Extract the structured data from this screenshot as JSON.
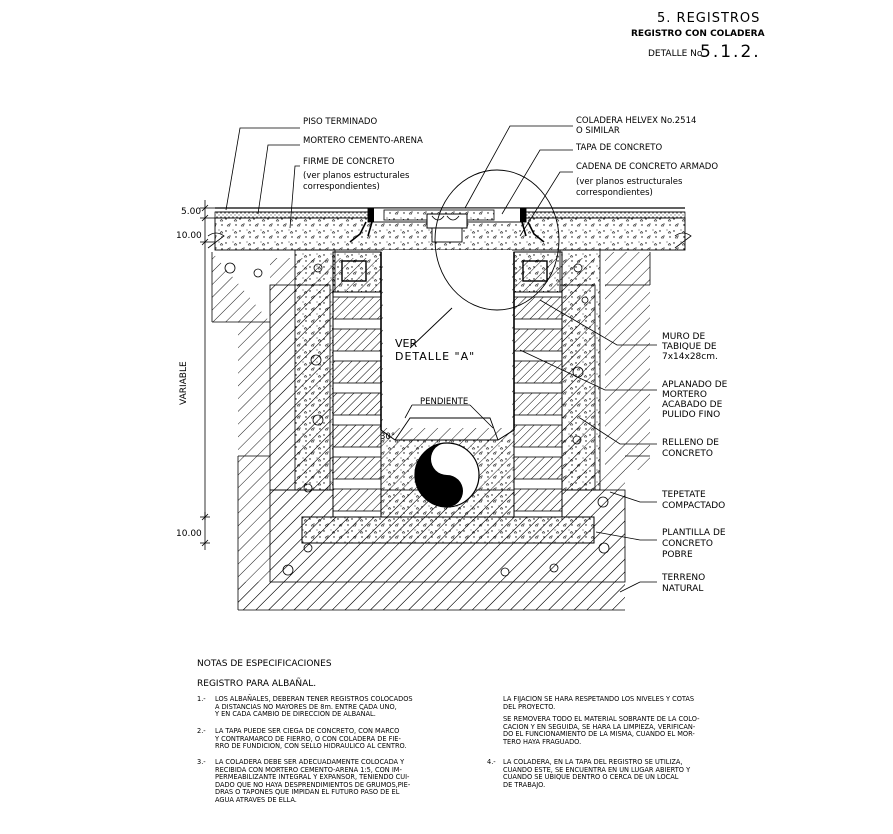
{
  "header": {
    "section": "5. REGISTROS",
    "title": "REGISTRO CON COLADERA",
    "detail_prefix": "DETALLE No",
    "detail_number": "5.1.2."
  },
  "labels_left": {
    "piso": "PISO TERMINADO",
    "mortero": "MORTERO CEMENTO-ARENA",
    "firme": "FIRME DE CONCRETO",
    "firme_note_1": "(ver planos estructurales",
    "firme_note_2": "correspondientes)"
  },
  "labels_right": {
    "coladera_1": "COLADERA HELVEX No.2514",
    "coladera_2": "O SIMILAR",
    "tapa": "TAPA DE CONCRETO",
    "cadena": "CADENA DE CONCRETO ARMADO",
    "cadena_note_1": "(ver planos estructurales",
    "cadena_note_2": "correspondientes)",
    "muro_1": "MURO DE",
    "muro_2": "TABIQUE DE",
    "muro_3": "7x14x28cm.",
    "aplanado_1": "APLANADO DE",
    "aplanado_2": "MORTERO",
    "aplanado_3": "ACABADO DE",
    "aplanado_4": "PULIDO FINO",
    "relleno_1": "RELLENO DE",
    "relleno_2": "CONCRETO",
    "tepetate_1": "TEPETATE",
    "tepetate_2": "COMPACTADO",
    "plantilla_1": "PLANTILLA DE",
    "plantilla_2": "CONCRETO",
    "plantilla_3": "POBRE",
    "terreno_1": "TERRENO",
    "terreno_2": "NATURAL"
  },
  "inner": {
    "ver_1": "VER",
    "ver_2": "DETALLE \"A\"",
    "pendiente": "PENDIENTE",
    "angle": "30°"
  },
  "dimensions": {
    "d1": "5.00",
    "d2": "10.00",
    "variable": "VARIABLE",
    "d3": "10.00"
  },
  "notes": {
    "heading": "NOTAS DE ESPECIFICACIONES",
    "subheading": "REGISTRO PARA ALBAÑAL.",
    "n1_num": "1.-",
    "n1": "LOS ALBAÑALES, DEBERAN TENER REGISTROS COLOCADOS\nA DISTANCIAS NO MAYORES DE 8m. ENTRE CADA UNO,\nY EN CADA CAMBIO DE DIRECCION DE ALBAÑAL.",
    "n2_num": "2.-",
    "n2": "LA TAPA PUEDE SER CIEGA DE CONCRETO, CON MARCO\nY CONTRAMARCO DE FIERRO, O CON COLADERA DE FIE-\nRRO DE FUNDICION, CON SELLO HIDRAULICO AL CENTRO.",
    "n3_num": "3.-",
    "n3": "LA COLADERA DEBE SER ADECUADAMENTE COLOCADA Y\nRECIBIDA CON MORTERO CEMENTO-ARENA 1:5, CON IM-\nPERMEABILIZANTE INTEGRAL Y EXPANSOR, TENIENDO CUI-\nDADO QUE NO HAYA DESPRENDIMIENTOS DE GRUMOS,PIE-\nDRAS O TAPONES QUE IMPIDAN EL FUTURO PASO DE EL\nAGUA ATRAVES DE ELLA.",
    "c1": "LA FIJACION SE HARA RESPETANDO LOS NIVELES Y COTAS\nDEL PROYECTO.",
    "c2": "SE REMOVERA TODO EL MATERIAL SOBRANTE DE LA COLO-\nCACION Y EN SEGUIDA, SE HARA LA LIMPIEZA, VERIFICAN-\nDO EL FUNCIONAMIENTO DE LA MISMA, CUANDO EL MOR-\nTERO HAYA FRAGUADO.",
    "n4_num": "4.-",
    "n4": "LA COLADERA, EN LA TAPA DEL REGISTRO SE UTILIZA,\nCUANDO ESTE, SE ENCUENTRA EN UN LUGAR ABIERTO Y\nCUANDO SE UBIQUE DENTRO O CERCA DE UN LOCAL\nDE TRABAJO."
  }
}
